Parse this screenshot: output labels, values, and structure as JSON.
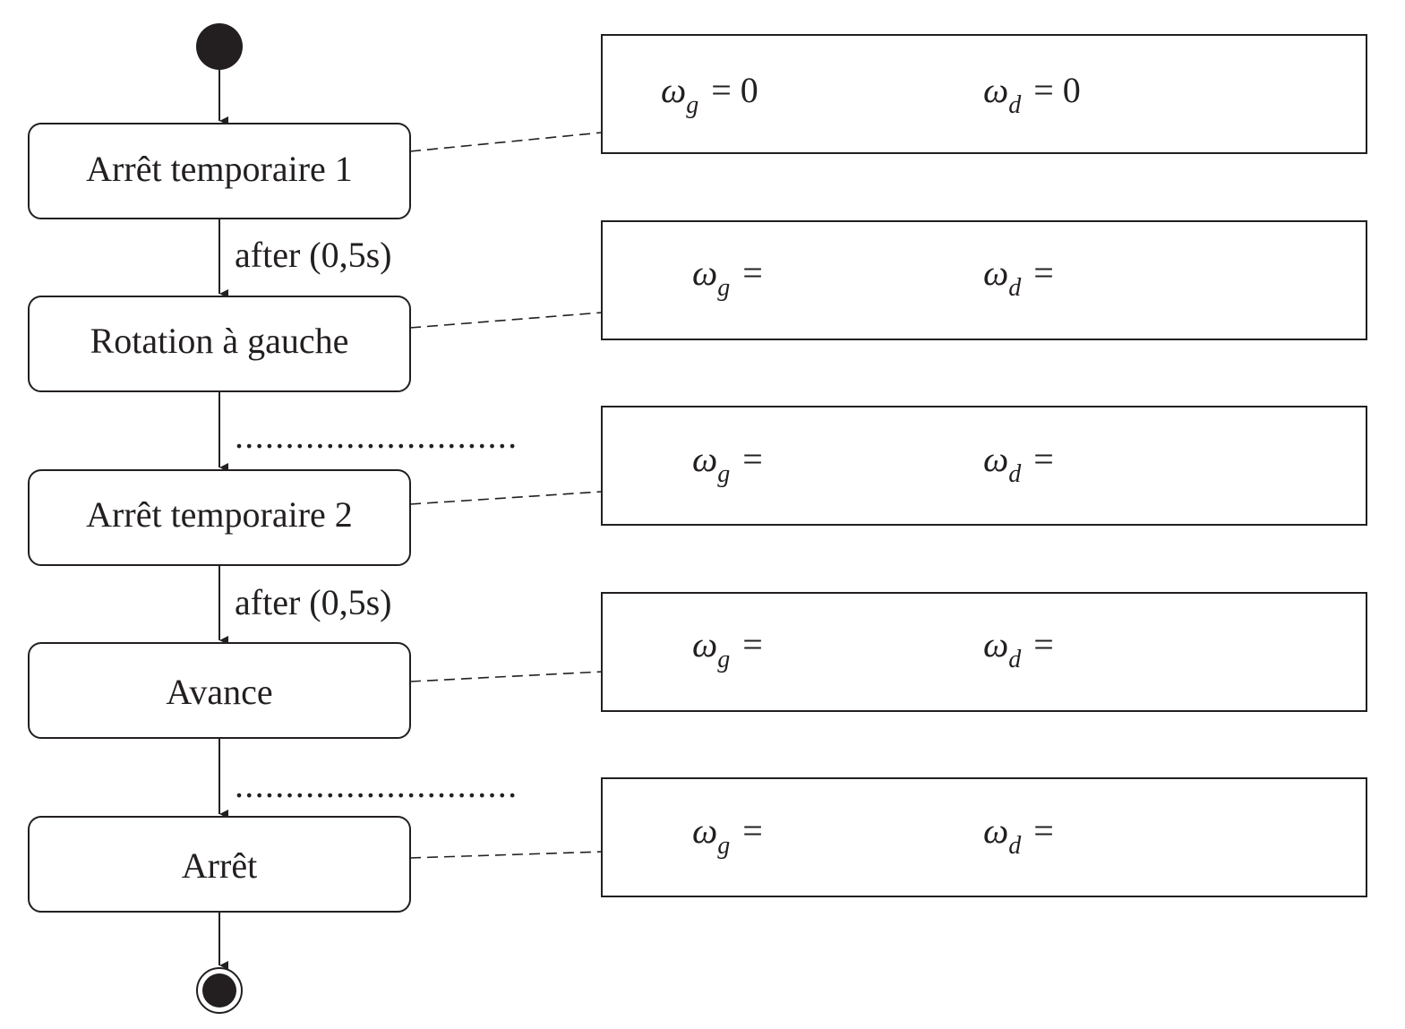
{
  "states": [
    {
      "id": "s1",
      "label": "Arrêt temporaire 1"
    },
    {
      "id": "s2",
      "label": "Rotation à gauche"
    },
    {
      "id": "s3",
      "label": "Arrêt temporaire 2"
    },
    {
      "id": "s4",
      "label": "Avance"
    },
    {
      "id": "s5",
      "label": "Arrêt"
    }
  ],
  "transitions": [
    {
      "from": "s1",
      "to": "s2",
      "label": "after (0,5s)"
    },
    {
      "from": "s2",
      "to": "s3",
      "label": "............................"
    },
    {
      "from": "s3",
      "to": "s4",
      "label": "after (0,5s)"
    },
    {
      "from": "s4",
      "to": "s5",
      "label": "............................"
    }
  ],
  "notes": [
    {
      "state": "s1",
      "wg_symbol": "ω",
      "wg_sub": "g",
      "wg_rhs": "= 0",
      "wd_symbol": "ω",
      "wd_sub": "d",
      "wd_rhs": "= 0"
    },
    {
      "state": "s2",
      "wg_symbol": "ω",
      "wg_sub": "g",
      "wg_rhs": "=",
      "wd_symbol": "ω",
      "wd_sub": "d",
      "wd_rhs": "="
    },
    {
      "state": "s3",
      "wg_symbol": "ω",
      "wg_sub": "g",
      "wg_rhs": "=",
      "wd_symbol": "ω",
      "wd_sub": "d",
      "wd_rhs": "="
    },
    {
      "state": "s4",
      "wg_symbol": "ω",
      "wg_sub": "g",
      "wg_rhs": "=",
      "wd_symbol": "ω",
      "wd_sub": "d",
      "wd_rhs": "="
    },
    {
      "state": "s5",
      "wg_symbol": "ω",
      "wg_sub": "g",
      "wg_rhs": "=",
      "wd_symbol": "ω",
      "wd_sub": "d",
      "wd_rhs": "="
    }
  ],
  "colors": {
    "stroke": "#231f20",
    "fill": "#231f20",
    "background": "#ffffff"
  }
}
